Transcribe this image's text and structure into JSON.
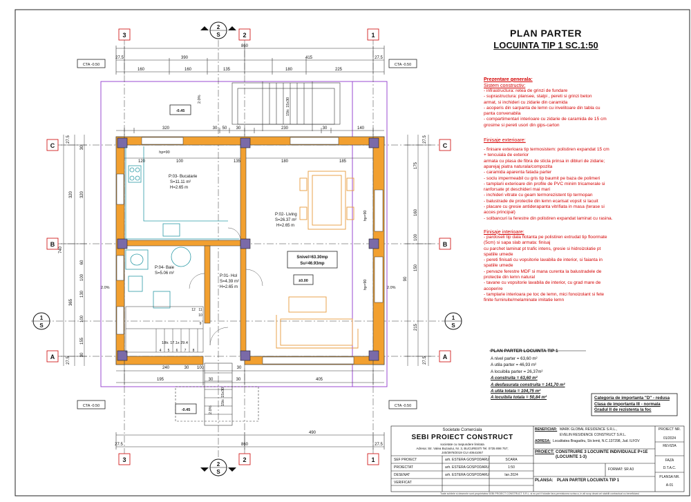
{
  "sheet_title": {
    "line1": "PLAN  PARTER",
    "line2": "LOCUINTA TIP 1  SC.1:50"
  },
  "axes": {
    "vertical": [
      "3",
      "2",
      "1"
    ],
    "horizontal": [
      "C",
      "B",
      "A"
    ],
    "section": {
      "number1": "2",
      "letter1": "S",
      "number2": "1",
      "letter2": "S"
    }
  },
  "dims": {
    "top_total": "860",
    "top_row1": [
      "27.5",
      "390",
      "415",
      "27.5"
    ],
    "top_row2": [
      "160",
      "160",
      "135",
      "180",
      "225"
    ],
    "upper_row": [
      "320",
      "30",
      "50",
      "30",
      "230",
      "30",
      "140"
    ],
    "mid_row": [
      "120",
      "100",
      "135",
      "180",
      "185"
    ],
    "bottom_row": [
      "195",
      "30",
      "30",
      "405"
    ],
    "bottom_row2": [
      "240",
      "30",
      "100",
      "30"
    ],
    "bottom_total": "860",
    "bottom_490": "490",
    "bottom_27": [
      "27.5",
      "27.5"
    ],
    "left_col": [
      "27.5",
      "320",
      "740",
      "365",
      "27.5"
    ],
    "left_col2": [
      "30",
      "320",
      "60",
      "100",
      "130",
      "100",
      "155",
      "30"
    ],
    "right_col": [
      "27.5",
      "175",
      "160",
      "100",
      "150",
      "90",
      "215",
      "27.5"
    ],
    "stairs_dim": [
      "4",
      "5",
      "6",
      "7",
      "8",
      "9",
      "10",
      "11",
      "12"
    ]
  },
  "levels": {
    "cta_tl": "CTA -0.50",
    "cta_tr": "CTA -0.50",
    "cta_bl": "CTA -0.50",
    "cta_br": "CTA -0.50",
    "minus_045_top": "-0.45",
    "minus_045_bot": "-0.45",
    "zero": "±0.00",
    "slope_top": "2.0%",
    "slope_left": "2.0%",
    "slope_right": "2.0%",
    "slope_bot": "2.0%"
  },
  "stairs": {
    "top": "15tr. 15x30",
    "bottom": "15tr. 15x30",
    "interior": "18tr. 17.1x 29.4"
  },
  "rooms": [
    {
      "name": "P:03- Bucatarie",
      "area": "S=11.11 m²",
      "height": "H=2.65 m"
    },
    {
      "name": "P:02- Living",
      "area": "S=26.37 m²",
      "height": "H=2.65 m"
    },
    {
      "name": "P:04- Baie",
      "area": "S=5.06 m²",
      "height": ""
    },
    {
      "name": "P:01- Hol",
      "area": "S=4.39 m²",
      "height": "H=2.65 m"
    }
  ],
  "window_labels": {
    "hp90_top": "hp=90",
    "hp90_right1": "hp=90",
    "hp90_right2": "hp=90"
  },
  "area_box": {
    "snivel": "Snivel=63.30mp",
    "su": "Su=46.93mp"
  },
  "general": {
    "heading": "Prezentare generala:",
    "sub1": "Sistem constructiv:",
    "lines1": [
      "- infrastructura: retea de grinzi de fundare",
      "- suprastructura: plansee, stalpi , pereti si grinzi beton",
      "  armat, si inchideri cu zidarie din caramida",
      "- acoperis din sarpanta de lemn cu invelitoare din tabla cu",
      "  panta convenabila",
      "- compartimentari interioare cu zidarie de caramida de 15 cm",
      "  grosime si pereti usori din gips-carton"
    ],
    "sub2": "Finisaje exterioare:",
    "lines2": [
      "- finisare exterioara tip termosistem: polistiren expandat 15 cm",
      "  + tencuiala de exterior",
      "  armata cu plasa de fibra de sticla prinsa in dibluri de zidarie;",
      "  aparejaj piatra naturala/compozita",
      "- caramida aparenta fatada parter",
      "- soclu impermeabil cu gris tip baumit pe baza de polimeri",
      "- tamplarii exterioare din profile de PVC minim tricamerale si",
      "  ranforsate pt deschideri mai mari",
      "- inchideri vitrate cu geam termorezistent tip termopan",
      "- balustrade de protectie din lemn ecarisat vopsit si lacuit",
      "- placare cu gresie antiderapanta vitrifiata in masa (terase si",
      "  acces principal)",
      "- solbancuri la ferestre din polistiren expandat laminat cu rasina."
    ],
    "sub3": "Finisaje interioare:",
    "lines3": [
      "- pardoseli tip dala flotanta pe polistiren extrudat tip floormate",
      "  (5cm) si sapa slab armata: finisaj",
      "  cu parchet laminat pt trafic intens, gresie si hidroizolatie pt",
      "  spatiile umede",
      "- pereti finisati cu vopsitorie lavabila de interior, si faianta in",
      "  spatiile umede",
      "- pervaze ferestre MDF si mana curenta la balustradele de",
      "  protectie din lemn natural",
      "- tavane cu vopsitorie lavabila de interior, cu grad mare de",
      "  acoperire",
      "- tamplarie interioara pe toc de lemn, mici fonoizolant si fete",
      "  finite furniruite/melaminate imitatie lemn"
    ]
  },
  "summary": {
    "title": "PLAN PARTER LOCUINTA TIP 1",
    "rows": [
      "A nivel parter = 63,60 m²",
      "A utila parter = 46,93 m²",
      "A locuibila parter = 26,37m²",
      "A construita = 63,60 m²",
      "A desfasurata construita = 141,70 m²",
      "A utila totala = 104,75 m²",
      "A locuibila totala = 50,84 m²"
    ]
  },
  "category": {
    "line1": "Categoria de importanta \"D\" - redusa",
    "line2": "Clasa de importanta III - normala",
    "line3": "Gradul II de rezistenta la foc"
  },
  "titleblock": {
    "company_label": "Societate Comerciala",
    "company": "SEBI PROIECT CONSTRUCT",
    "company_sub": "societate cu raspundere limitata",
    "address": "Adresa: Str. Valea Buzaului, Nr. 3, BUCURESTI  Tel. 0735 898 757;",
    "reg": "J40/3978/2019  CUI 40641067",
    "beneficiar_label": "BENEFICIAR:",
    "beneficiar1": "MARK GLOBAL RESIDENCE S.R.L.,",
    "beneficiar2": "EVELIN RESIDENCE CONSTRUCT S.R.L.",
    "adresa_label": "ADRESA:",
    "adresa": "Localitatea Bragadiru, Str.Iemii, N.C.137298, Jud. ILFOV",
    "proiect_nr_label": "PROIECT NR.",
    "proiect_nr": "01/2024",
    "revizia_label": "REVIZIA",
    "proiect_label": "PROIECT:",
    "proiect": "CONSTRUIRE 3 LOCUINTE INDIVIDUALE P+1E (LOCUINTE 1-3)",
    "faza_label": "FAZA",
    "faza": "D.T.A.C.",
    "roles": [
      {
        "role": "SEF PROIECT",
        "name": "arh. ESTERA GOSPODARU"
      },
      {
        "role": "PROIECTAT",
        "name": "arh. ESTERA GOSPODARU"
      },
      {
        "role": "DESENAT",
        "name": "arh. ESTERA GOSPODARU"
      },
      {
        "role": "VERIFICAT",
        "name": ""
      }
    ],
    "scara_label": "SCARA",
    "scara": "1:50",
    "format": "FORMAT: SR A3",
    "data": "Ian.2024",
    "plansa_label": "PLANSA:",
    "plansa": "PLAN PARTER LOCUINTA TIP 1",
    "plansa_nr_label": "PLANSA NR.",
    "plansa_nr": "A-01",
    "footer": "Toate schitele si desenele sunt proprietatea SEBI PROIECT CONSTRUCT S.R.L. si nu pot fi folosite fara permisiunea scrisa a, in alt scop decat cel stabilit contractual cu beneficiarul"
  },
  "colors": {
    "wall": "#f2a030",
    "column": "#7a6aa8",
    "furniture": "#e89a3a",
    "purple": "#9a4ad0",
    "kitchen": "#2a9aa6",
    "red_text": "#d40000"
  }
}
